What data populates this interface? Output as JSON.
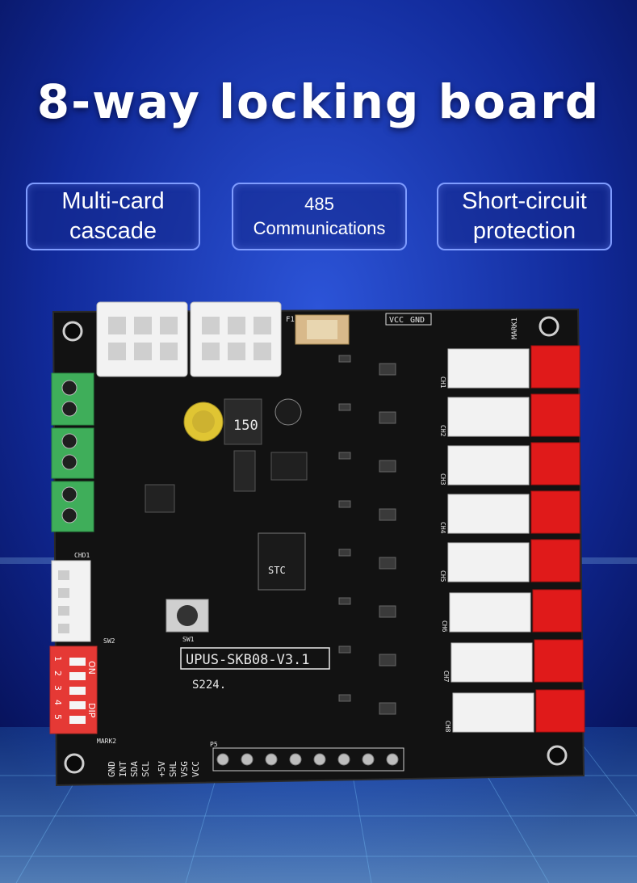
{
  "title": "8-way locking board",
  "features": [
    {
      "label": "Multi-card\ncascade"
    },
    {
      "label": "485\nCommunications"
    },
    {
      "label": "Short-circuit\nprotection"
    }
  ],
  "board": {
    "model": "UPUS-SKB08-V3.1",
    "code": "S224.",
    "chip": "STC",
    "inductor": "150",
    "fuse_label": "F1",
    "power_labels": [
      "VCC",
      "GND"
    ],
    "dip_label_on": "ON",
    "dip_label_dip": "DIP",
    "dip_numbers": [
      "1",
      "2",
      "3",
      "4",
      "5"
    ],
    "uart_header": "CHD1",
    "bottom_pins": [
      "GND",
      "INT",
      "SDA",
      "SCL",
      "+5V",
      "SHL",
      "VSG",
      "VCC"
    ],
    "channels": [
      "CH1",
      "CH2",
      "CH3",
      "CH4",
      "CH5",
      "CH6",
      "CH7",
      "CH8"
    ],
    "mark1": "MARK1",
    "mark2": "MARK2",
    "sw1": "SW1",
    "sw2": "SW2",
    "p5": "P5"
  },
  "colors": {
    "background": "#0a1a6e",
    "board": "#111111",
    "terminal": "#3fae5a",
    "dip": "#e53935",
    "connector_red": "#e01a1a",
    "connector_white": "#f2f2f2"
  }
}
